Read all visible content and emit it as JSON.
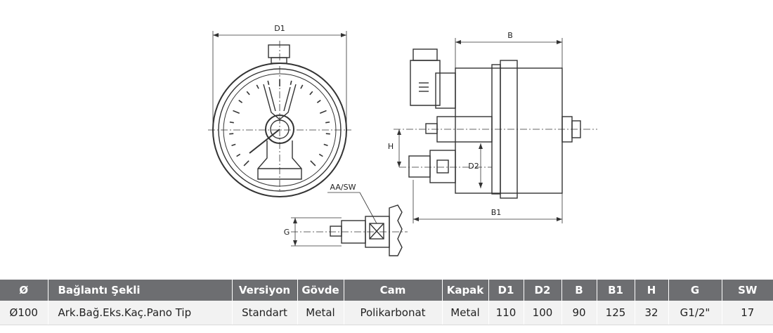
{
  "drawing": {
    "labels": {
      "d1": "D1",
      "b": "B",
      "h": "H",
      "d2": "D2",
      "b1": "B1",
      "aa_sw": "AA/SW",
      "g": "G"
    }
  },
  "table": {
    "headers": [
      "Ø",
      "Bağlantı Şekli",
      "Versiyon",
      "Gövde",
      "Cam",
      "Kapak",
      "D1",
      "D2",
      "B",
      "B1",
      "H",
      "G",
      "SW"
    ],
    "rows": [
      [
        "Ø100",
        "Ark.Bağ.Eks.Kaç.Pano Tip",
        "Standart",
        "Metal",
        "Polikarbonat",
        "Metal",
        "110",
        "100",
        "90",
        "125",
        "32",
        "G1/2\"",
        "17"
      ]
    ]
  }
}
